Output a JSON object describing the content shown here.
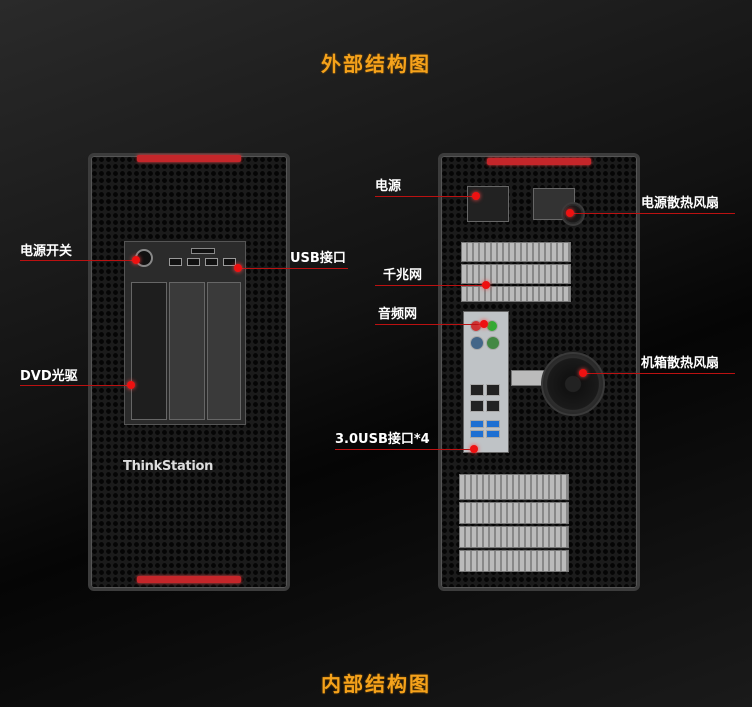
{
  "headings": {
    "top": "外部结构图",
    "bottom": "内部结构图"
  },
  "front": {
    "logo": "ThinkStation",
    "labels": {
      "power_switch": "电源开关",
      "usb_port": "USB接口",
      "dvd_drive": "DVD光驱"
    }
  },
  "rear": {
    "labels": {
      "psu": "电源",
      "psu_fan": "电源散热风扇",
      "gigabit_lan": "千兆网",
      "audio": "音频网",
      "case_fan": "机箱散热风扇",
      "usb3": "3.0USB接口*4"
    }
  },
  "colors": {
    "heading": "#f5a21b",
    "accent_red": "#c5262a",
    "pointer": "#e11111"
  }
}
